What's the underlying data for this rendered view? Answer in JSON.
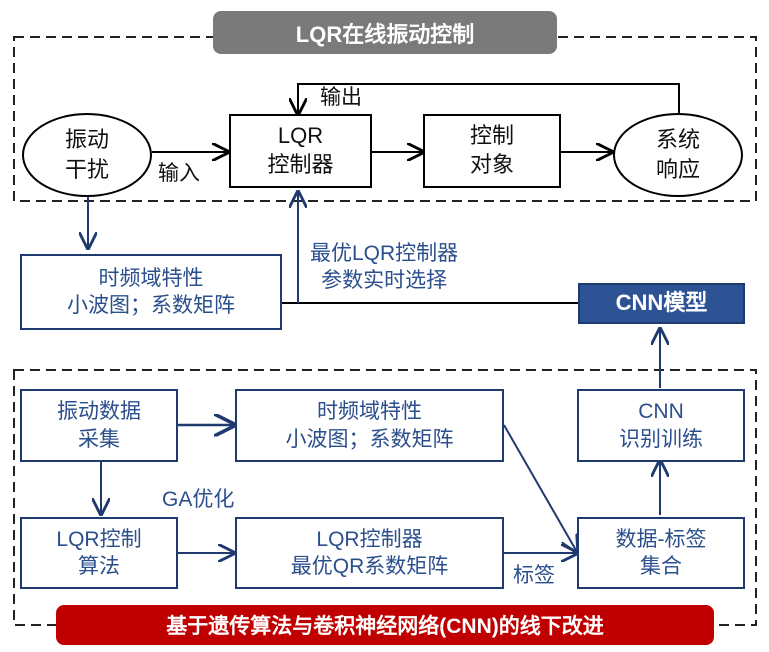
{
  "online_section": {
    "title": "LQR在线振动控制",
    "title_color": "#7a7a7a",
    "disturbance": [
      "振动",
      "干扰"
    ],
    "lqr_controller": [
      "LQR",
      "控制器"
    ],
    "control_object": [
      "控制",
      "对象"
    ],
    "system_response": [
      "系统",
      "响应"
    ],
    "input_label": "输入",
    "output_label": "输出"
  },
  "middle": {
    "features_box": [
      "时频域特性",
      "小波图；系数矩阵"
    ],
    "selection_label": [
      "最优LQR控制器",
      "参数实时选择"
    ],
    "cnn_model": "CNN模型",
    "cnn_model_color": "#2e5395"
  },
  "offline_section": {
    "title": "基于遗传算法与卷积神经网络(CNN)的线下改进",
    "title_color": "#c00000",
    "data_collection": [
      "振动数据",
      "采集"
    ],
    "features_box": [
      "时频域特性",
      "小波图；系数矩阵"
    ],
    "cnn_training": [
      "CNN",
      "识别训练"
    ],
    "lqr_algorithm": [
      "LQR控制",
      "算法"
    ],
    "optimal_qr": [
      "LQR控制器",
      "最优QR系数矩阵"
    ],
    "data_label_set": [
      "数据-标签",
      "集合"
    ],
    "ga_label": "GA优化",
    "tag_label": "标签"
  }
}
